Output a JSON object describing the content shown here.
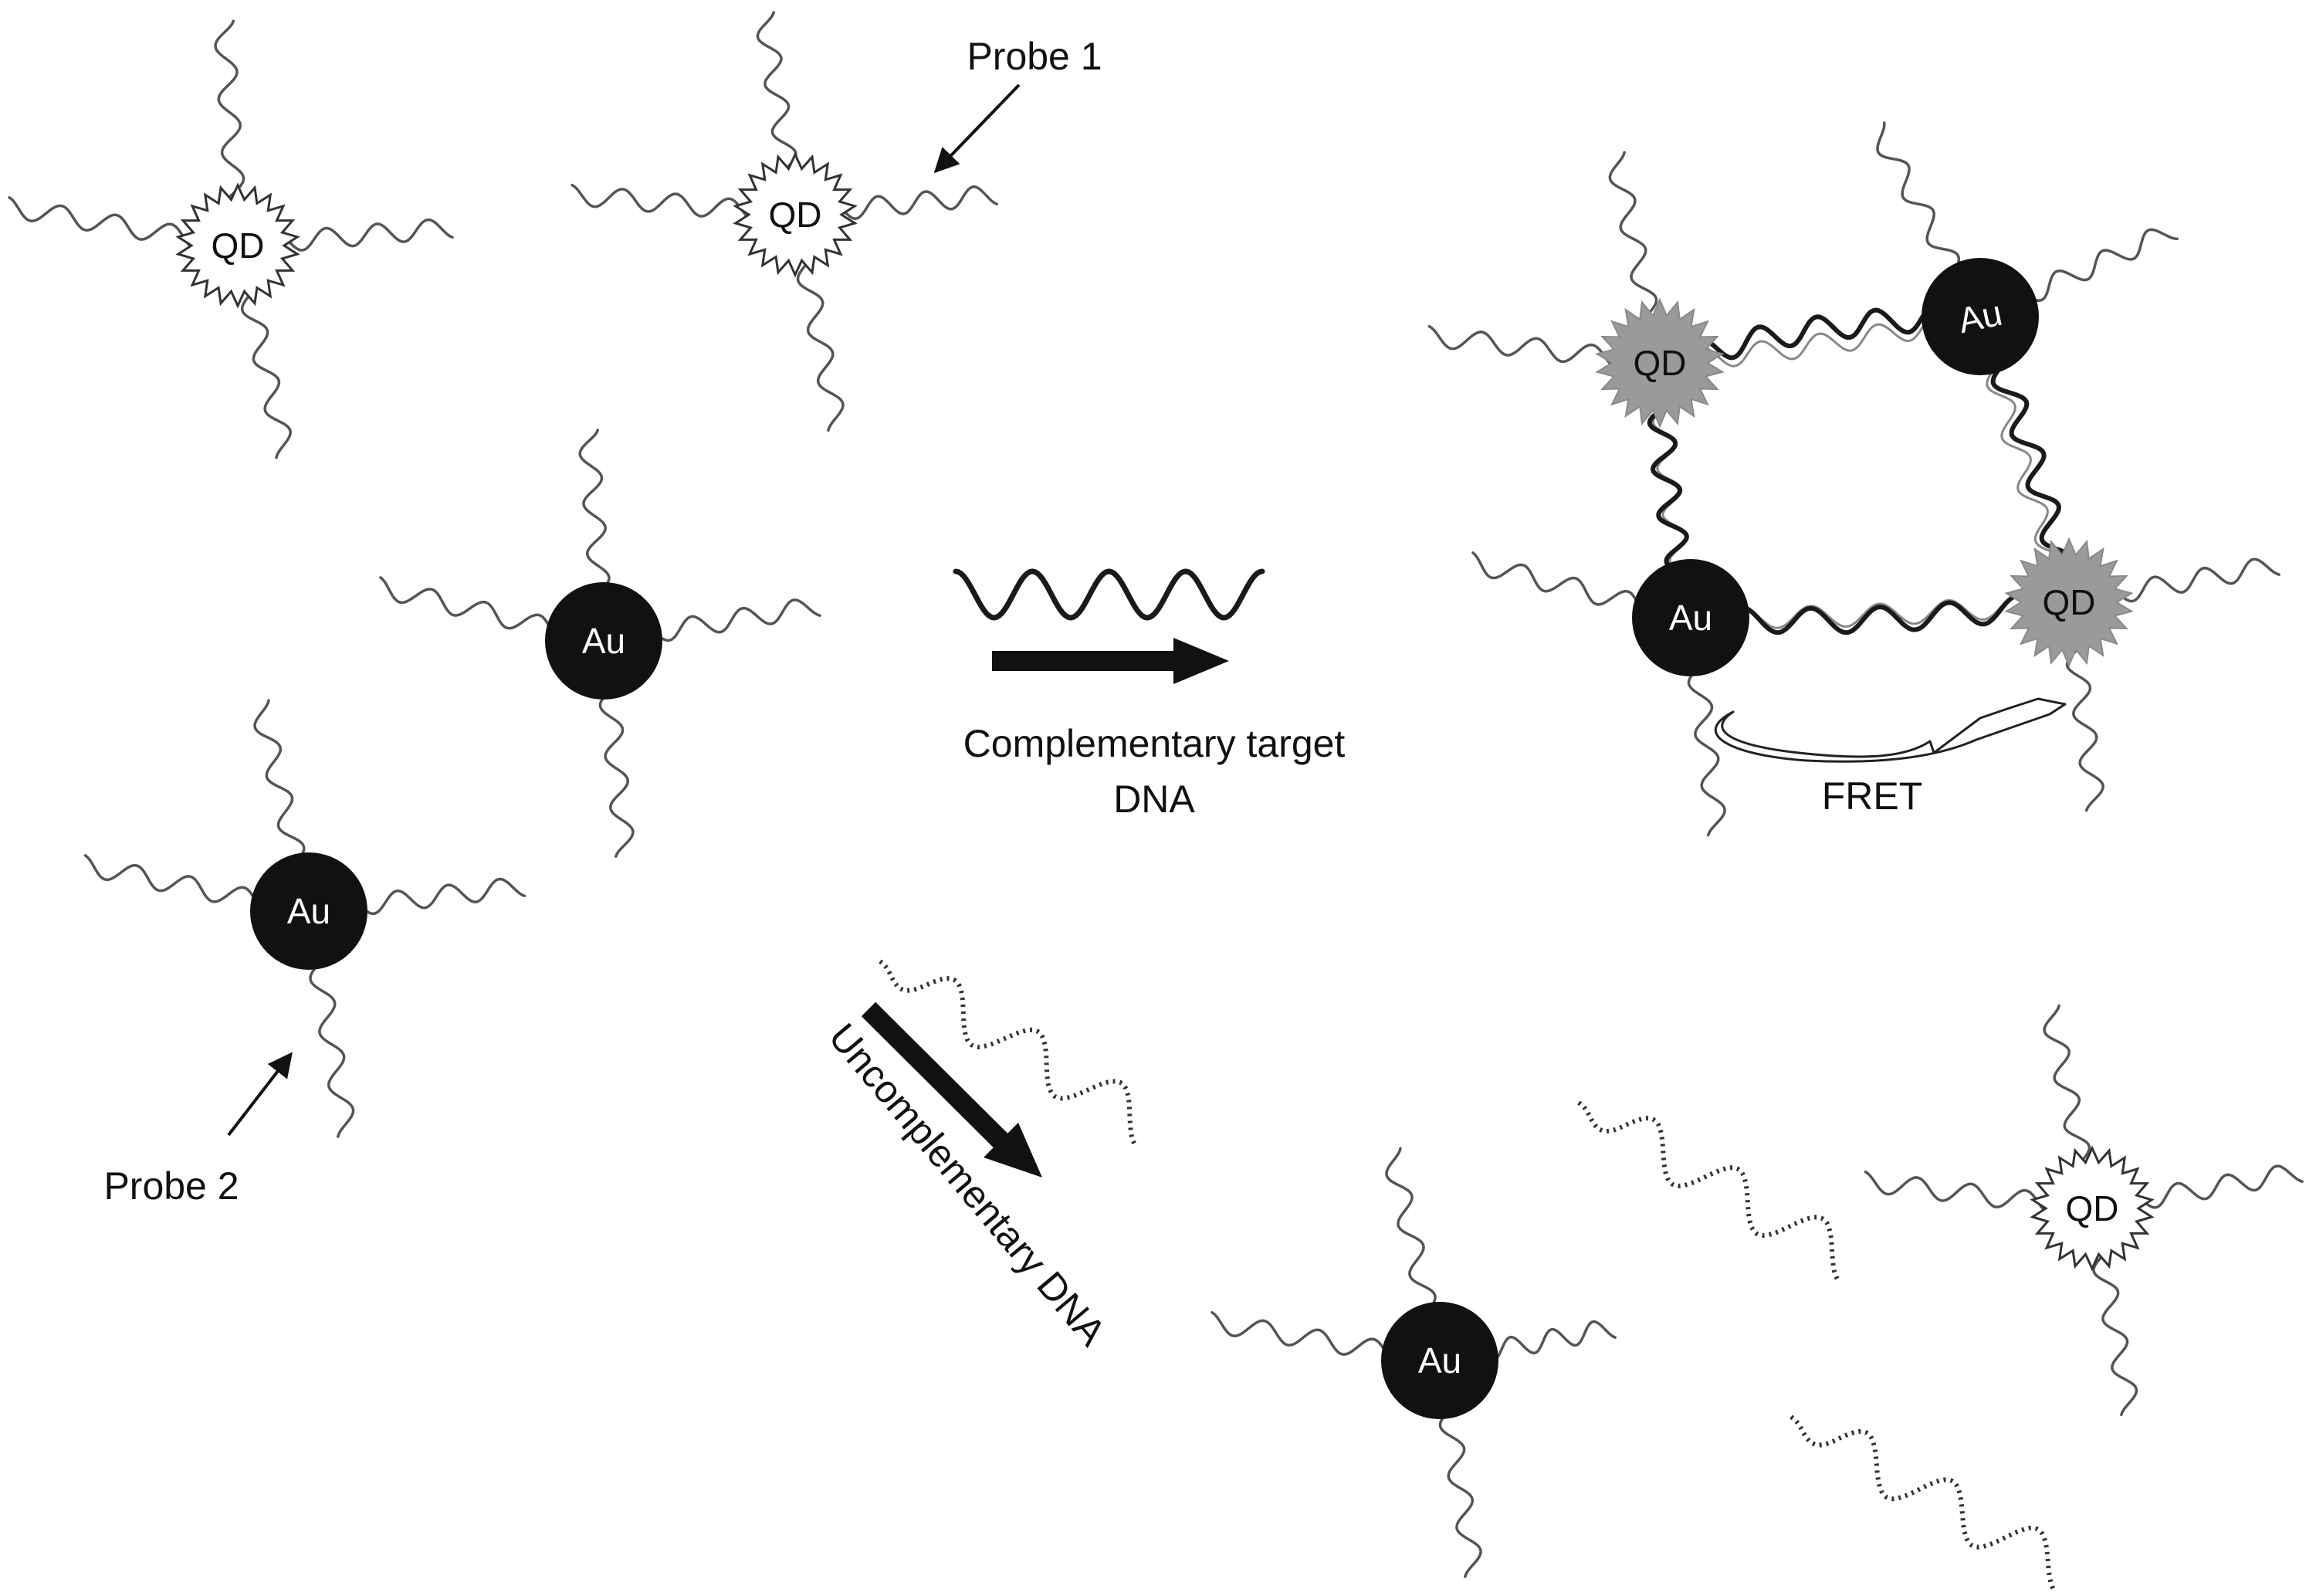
{
  "labels": {
    "qd": "QD",
    "au": "Au",
    "probe1": "Probe 1",
    "probe2": "Probe 2",
    "complementary_line1": "Complementary target",
    "complementary_line2": "DNA",
    "uncomplementary": "Uncomplementary DNA",
    "fret": "FRET"
  },
  "colors": {
    "qd_free_fill": "#ffffff",
    "qd_bound_fill": "#9a9a9a",
    "au_fill": "#111111",
    "strand": "#555555",
    "target_strand": "#1a1a1a",
    "arrow": "#111111",
    "text_dark": "#111111",
    "text_light": "#ffffff"
  }
}
